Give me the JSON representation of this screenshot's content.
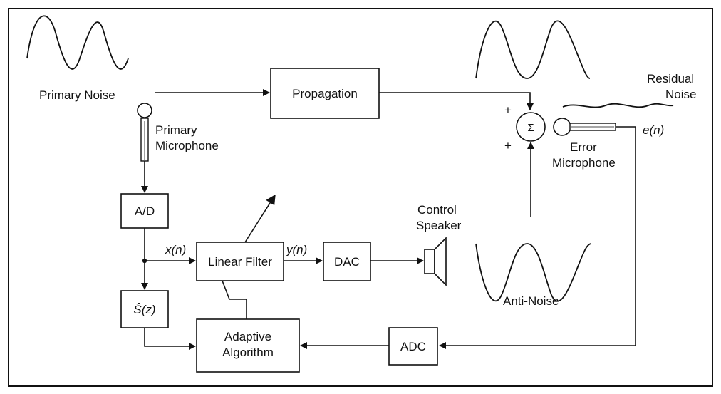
{
  "labels": {
    "primary_noise": "Primary Noise",
    "primary_mic_line1": "Primary",
    "primary_mic_line2": "Microphone",
    "propagation": "Propagation",
    "residual_line1": "Residual",
    "residual_line2": "Noise",
    "sum_symbol": "Σ",
    "plus_top": "+",
    "plus_bottom": "+",
    "en": "e(n)",
    "error_mic_line1": "Error",
    "error_mic_line2": "Microphone",
    "ad": "A/D",
    "xn": "x(n)",
    "linear_filter": "Linear Filter",
    "yn": "y(n)",
    "dac": "DAC",
    "control_speaker_line1": "Control",
    "control_speaker_line2": "Speaker",
    "anti_noise": "Anti-Noise",
    "s_hat": "Ŝ(z)",
    "adaptive_line1": "Adaptive",
    "adaptive_line2": "Algorithm",
    "adc": "ADC"
  }
}
